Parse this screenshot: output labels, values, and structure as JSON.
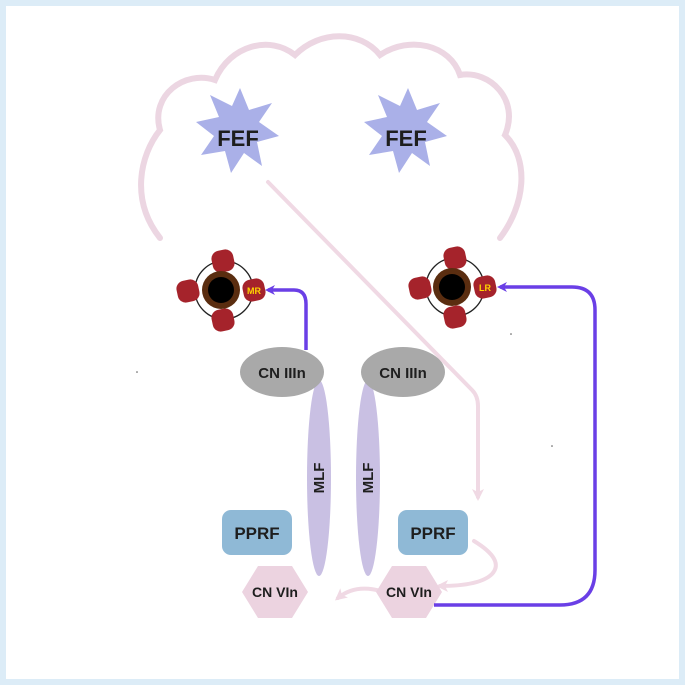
{
  "diagram": {
    "fef_left": "FEF",
    "fef_right": "FEF",
    "cn3_left": "CN IIIn",
    "cn3_right": "CN IIIn",
    "mlf_left": "MLF",
    "mlf_right": "MLF",
    "pprf_left": "PPRF",
    "pprf_right": "PPRF",
    "cn6_left": "CN VIn",
    "cn6_right": "CN VIn",
    "eye_left_muscle": "MR",
    "eye_right_muscle": "LR"
  },
  "colors": {
    "pathway_active": "#6a3fe6",
    "pathway_faint": "#f0d9e4",
    "brain_outline": "#ecd6e2",
    "fef_star": "#aab0e8",
    "cn3_nucleus": "#a9a9a9",
    "mlf": "#c9c0e3",
    "pprf": "#8fb9d6",
    "cn6_nucleus": "#ecd3e0",
    "muscle": "#a5232b",
    "eye_ring": "#5a2d10"
  }
}
